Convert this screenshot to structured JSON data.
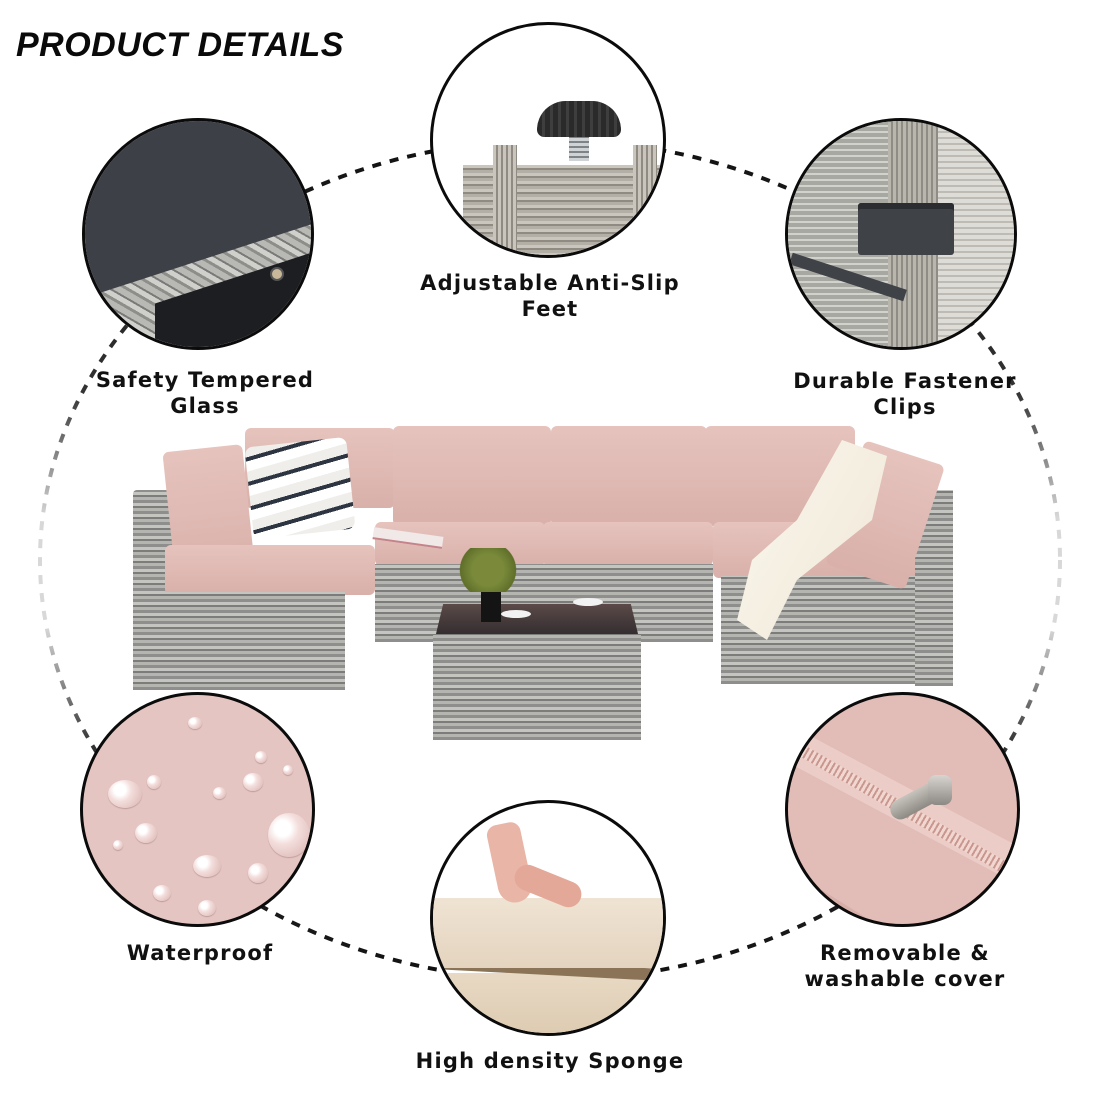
{
  "header": {
    "title": "PRODUCT DETAILS"
  },
  "features": [
    {
      "id": "glass",
      "label_line1": "Safety Tempered",
      "label_line2": "Glass",
      "image": "tempered-glass-closeup"
    },
    {
      "id": "feet",
      "label_line1": "Adjustable Anti-Slip",
      "label_line2": "Feet",
      "image": "adjustable-foot-closeup"
    },
    {
      "id": "clips",
      "label_line1": "Durable Fastener",
      "label_line2": "Clips",
      "image": "fastener-clip-closeup"
    },
    {
      "id": "waterproof",
      "label_line1": "Waterproof",
      "label_line2": "",
      "image": "water-droplets-closeup"
    },
    {
      "id": "sponge",
      "label_line1": "High density Sponge",
      "label_line2": "",
      "image": "sponge-foam-closeup"
    },
    {
      "id": "cover",
      "label_line1": "Removable &",
      "label_line2": "washable cover",
      "image": "zipper-closeup"
    }
  ],
  "product": {
    "description": "7-piece grey wicker sectional sofa set with pink cushions and glass-top coffee table",
    "colors": {
      "cushion": "#dcb4ae",
      "wicker": "#9c9c99",
      "glass": "#3d4047"
    }
  }
}
